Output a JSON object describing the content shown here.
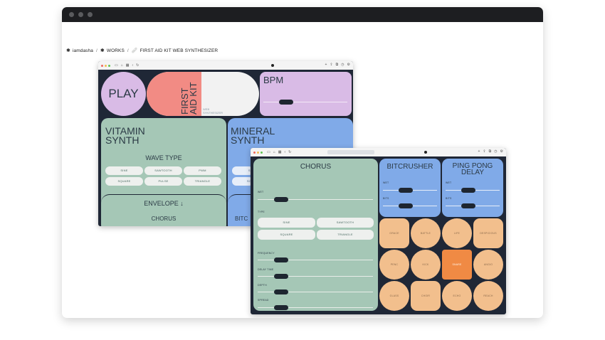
{
  "breadcrumb": {
    "author": "iamdasha",
    "works": "WORKS",
    "project": "FIRST AID KIT WEB SYNTHESIZER",
    "separator": "/"
  },
  "left_app": {
    "play": "PLAY",
    "logo_title": "FIRST AID KIT",
    "logo_subtitle": "WEB SYNTHESIZER",
    "bpm": "BPM",
    "vitamin_title": "VITAMIN SYNTH",
    "mineral_title": "MINERAL SYNTH",
    "wave_type": "WAVE TYPE",
    "waves": [
      "SINE",
      "SAWTOOTH",
      "PWM",
      "SQUARE",
      "PULSE",
      "TRIANGLE"
    ],
    "envelope": "ENVELOPE ↓",
    "chorus": "CHORUS",
    "bitcrusher_partial": "BITC",
    "mineral_pills": [
      "SI",
      "SO"
    ]
  },
  "right_app": {
    "chorus_title": "CHORUS",
    "wet_label": "WET",
    "type_label": "TYPE",
    "types": [
      "SINE",
      "SAWTOOTH",
      "SQUARE",
      "TRIANGLE"
    ],
    "frequency_label": "FREQUENCY",
    "delay_time_label": "DELAY TIME",
    "depth_label": "DEPTH",
    "spread_label": "SPREAD",
    "bitcrusher_title": "BITCRUSHER",
    "bc_wet": "WET",
    "bc_bits": "BITS",
    "pingpong_title": "PING PONG DELAY",
    "pp_wet": "WET",
    "pp_bits": "BITS",
    "pads": [
      "GRACE",
      "BATTLE",
      "LIFE",
      "DESPICIOUS",
      "PENC",
      "KICK",
      "SNARE",
      "ANGIO",
      "GLASS",
      "CHOIR",
      "ECHO",
      "REACH"
    ]
  },
  "colors": {
    "green": "#a5c7b6",
    "blue": "#80aae8",
    "purple": "#d9bbe6",
    "salmon": "#f28b84",
    "orange": "#f2bf8d",
    "orange_active": "#f08a44",
    "dark": "#1f2736"
  }
}
